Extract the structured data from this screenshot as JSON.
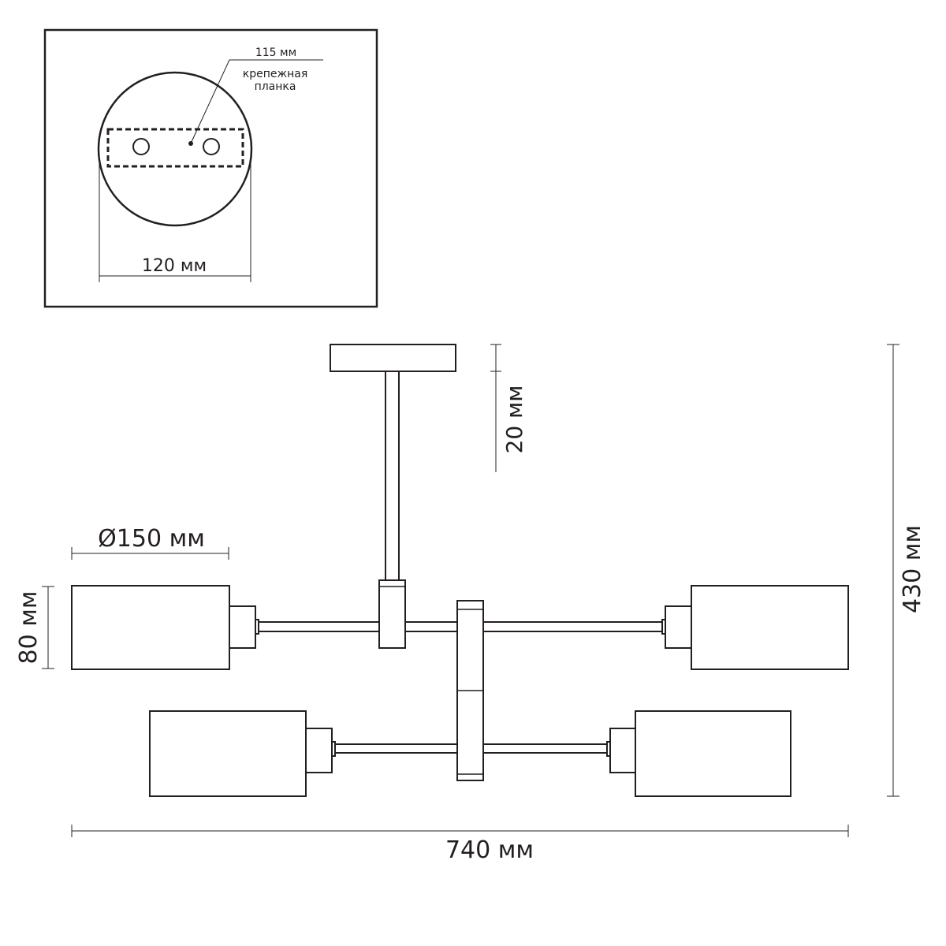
{
  "inset": {
    "mounting_plate_length": "115 мм",
    "mounting_plate_label_line1": "крепежная",
    "mounting_plate_label_line2": "планка",
    "canopy_diameter": "120 мм"
  },
  "dimensions": {
    "rod_offset": "20 мм",
    "shade_diameter": "Ø150 мм",
    "shade_height": "80 мм",
    "total_height": "430 мм",
    "total_width": "740 мм"
  },
  "colors": {
    "line": "#231f20",
    "background": "#ffffff"
  }
}
